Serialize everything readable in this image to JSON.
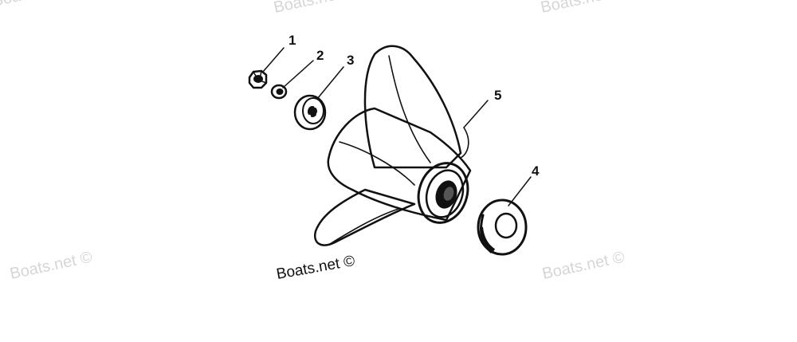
{
  "watermark": {
    "text": "Boats.net ©",
    "color": "#d6d6d6"
  },
  "credit": "Boats.net ©",
  "callouts": [
    {
      "id": "1",
      "label": "1"
    },
    {
      "id": "2",
      "label": "2"
    },
    {
      "id": "3",
      "label": "3"
    },
    {
      "id": "4",
      "label": "4"
    },
    {
      "id": "5",
      "label": "5"
    }
  ],
  "colors": {
    "ink": "#111111",
    "background": "#ffffff",
    "shading": "#8a8a8a"
  }
}
